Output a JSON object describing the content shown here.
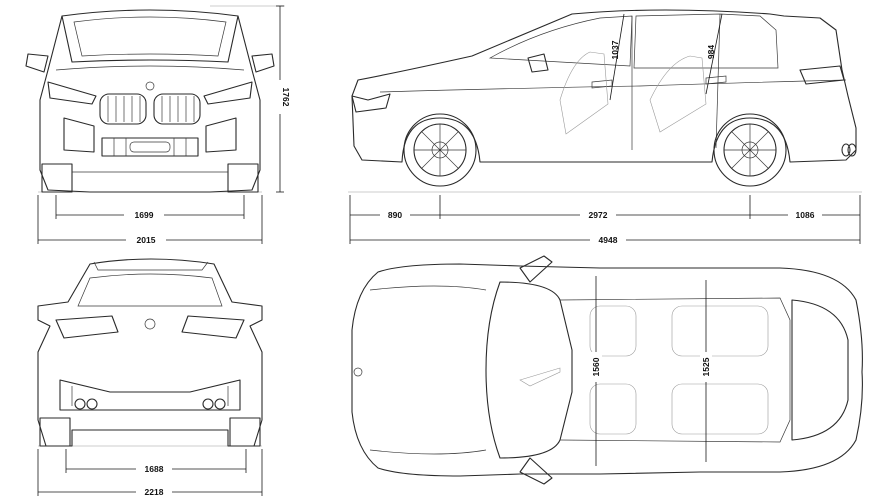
{
  "dimensions": {
    "front_height": "1762",
    "front_track": "1699",
    "front_width": "2015",
    "side_front_overhang": "890",
    "side_wheelbase": "2972",
    "side_rear_overhang": "1086",
    "side_length": "4948",
    "side_front_headroom": "1037",
    "side_rear_headroom": "984",
    "rear_track": "1688",
    "rear_width_mirrors": "2218",
    "top_front_shoulder": "1560",
    "top_rear_shoulder": "1525"
  }
}
